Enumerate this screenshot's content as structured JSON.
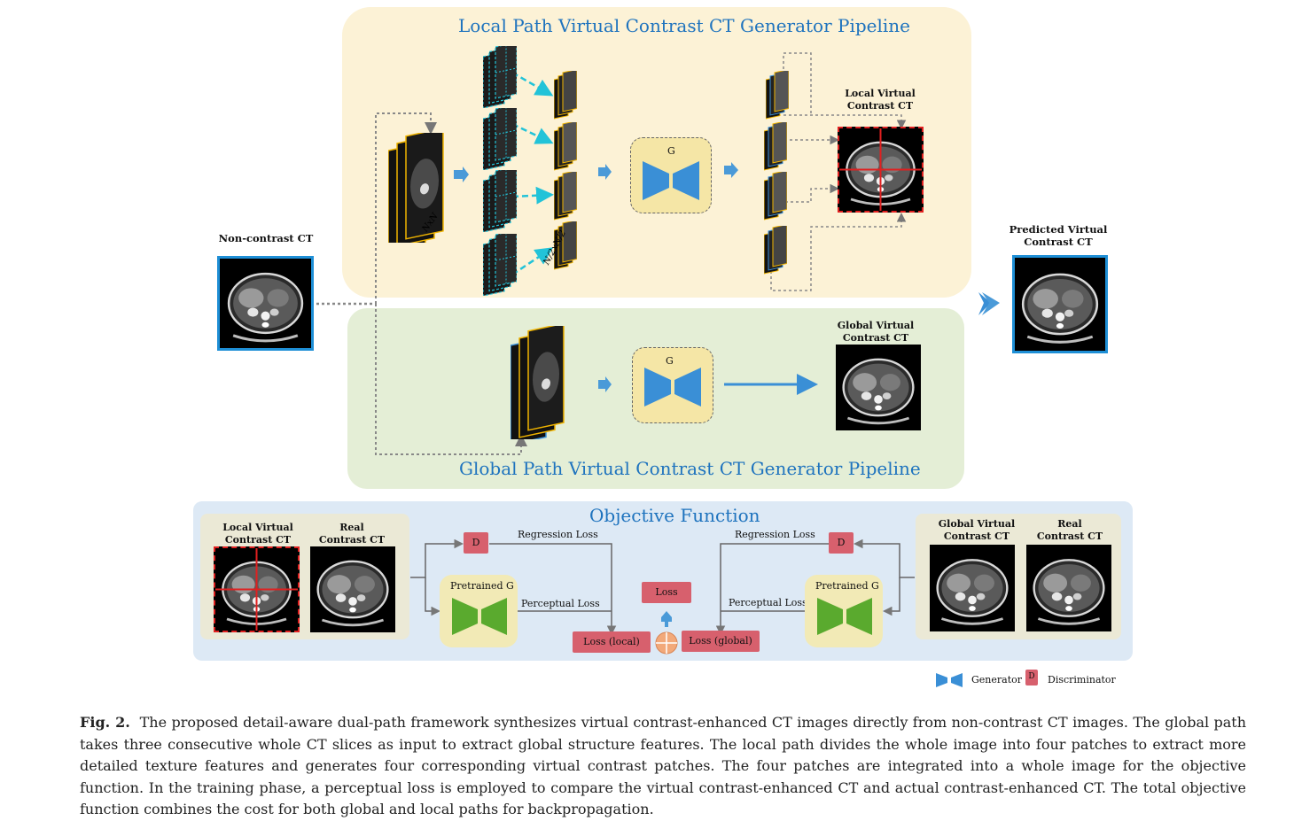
{
  "figure": {
    "titles": {
      "local": "Local Path Virtual Contrast CT Generator Pipeline",
      "global": "Global Path Virtual Contrast CT Generator Pipeline",
      "objective": "Objective Function"
    },
    "labels": {
      "non_contrast": "Non-contrast CT",
      "local_virtual_top": "Local Virtual\nContrast CT",
      "predicted": "Predicted Virtual\nContrast CT",
      "global_virtual_mid": "Global Virtual\nContrast CT",
      "nxn": "NxN",
      "n2": "N/2xN/2",
      "g": "G"
    },
    "objective": {
      "left_pair": [
        "Local Virtual\nContrast CT",
        "Real\nContrast CT"
      ],
      "right_pair": [
        "Global Virtual\nContrast CT",
        "Real\nContrast CT"
      ],
      "regression_loss": "Regression Loss",
      "perceptual_loss": "Perceptual Loss",
      "pretrained_g": "Pretrained G",
      "d": "D",
      "loss": "Loss",
      "loss_local": "Loss (local)",
      "loss_global": "Loss (global)"
    },
    "legend": {
      "generator": "Generator",
      "discriminator": "Discriminator",
      "d": "D"
    },
    "colors": {
      "blue_title": "#1e73be",
      "generator_blue": "#3a8fd6",
      "generator_green": "#5aaa2e",
      "loss_red": "#d7606d",
      "arrow_blue": "#4a9ad8"
    }
  },
  "caption": {
    "label": "Fig. 2.",
    "text": "The proposed detail-aware dual-path framework synthesizes virtual contrast-enhanced CT images directly from non-contrast CT images. The global path takes three consecutive whole CT slices as input to extract global structure features. The local path divides the whole image into four patches to extract more detailed texture features and generates four corresponding virtual contrast patches. The four patches are integrated into a whole image for the objective function. In the training phase, a perceptual loss is employed to compare the virtual contrast-enhanced CT and actual contrast-enhanced CT. The total objective function combines the cost for both global and local paths for backpropagation."
  }
}
